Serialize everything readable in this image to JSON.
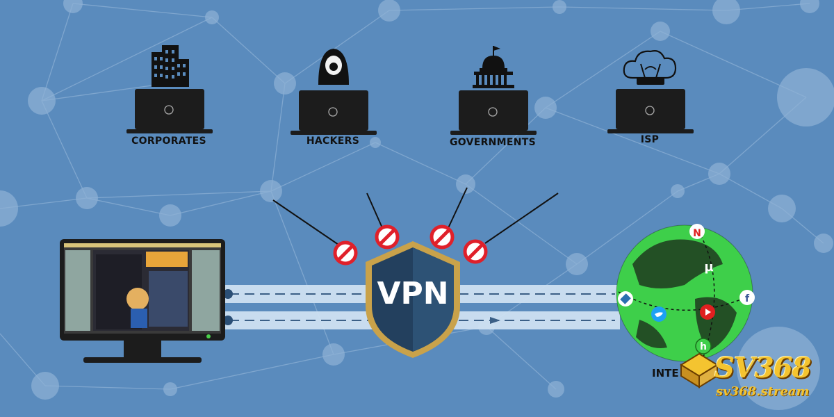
{
  "threats": [
    {
      "label": "CORPORATES",
      "icon": "building-icon"
    },
    {
      "label": "HACKERS",
      "icon": "hacker-icon"
    },
    {
      "label": "GOVERNMENTS",
      "icon": "government-building-icon"
    },
    {
      "label": "ISP",
      "icon": "cloud-router-icon"
    }
  ],
  "vpn": {
    "label": "VPN",
    "icon": "shield-icon"
  },
  "internet": {
    "label_visible": "INTE"
  },
  "globe_services": [
    "N",
    "µ",
    "f",
    "h"
  ],
  "brand": {
    "name": "SV368",
    "url": "sv368.stream"
  },
  "colors": {
    "background": "#5a8bbd",
    "block_red": "#e0202a",
    "shield_dark": "#23405e",
    "shield_gold": "#c9a24a",
    "globe_green": "#3ecf4a",
    "laptop": "#1c1c1c"
  }
}
